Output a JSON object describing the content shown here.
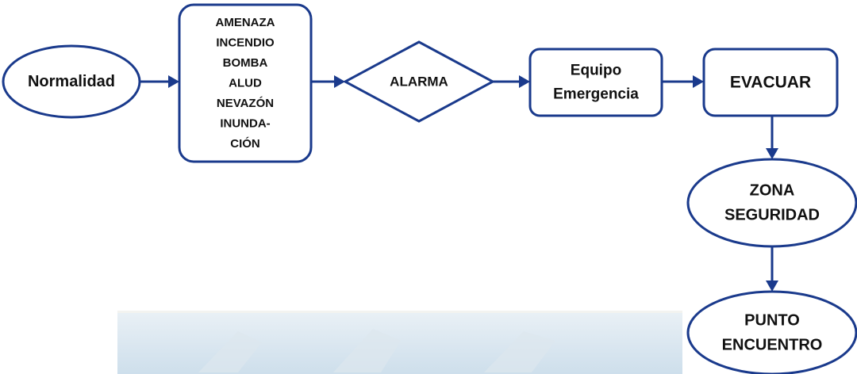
{
  "colors": {
    "stroke": "#1a3a8c",
    "arrow": "#1a3a8c",
    "text": "#111111",
    "node_fill": "#ffffff",
    "background_banner": "#c9dcea"
  },
  "nodes": {
    "normalidad": {
      "lines": [
        "Normalidad"
      ]
    },
    "threats": {
      "lines": [
        "AMENAZA",
        "INCENDIO",
        "BOMBA",
        "ALUD",
        "NEVAZÓN",
        "INUNDA-",
        "CIÓN"
      ]
    },
    "alarma": {
      "lines": [
        "ALARMA"
      ]
    },
    "equipo": {
      "lines": [
        "Equipo",
        "Emergencia"
      ]
    },
    "evacuar": {
      "lines": [
        "EVACUAR"
      ]
    },
    "zona": {
      "lines": [
        "ZONA",
        "SEGURIDAD"
      ]
    },
    "punto": {
      "lines": [
        "PUNTO",
        "ENCUENTRO"
      ]
    }
  }
}
